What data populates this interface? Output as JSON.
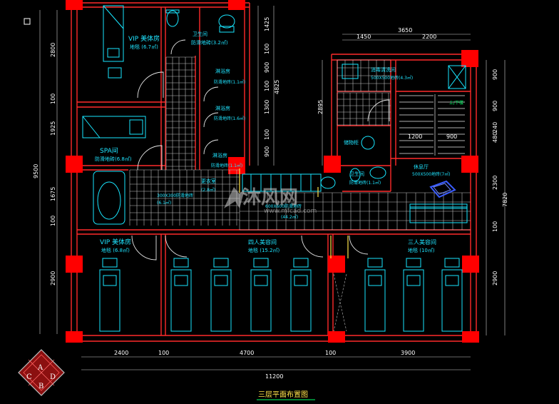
{
  "drawing_title": "三层平面布置图",
  "rooms": {
    "vip_room_top": "VIP 美体房",
    "vip_room_top_floor": "地毯 (6.7㎡)",
    "toilet_top": "卫生间",
    "toilet_top_floor": "防滑地砖(3.2㎡)",
    "shower1": "淋浴房",
    "shower1_floor": "防滑地砖(1.1㎡)",
    "shower2": "淋浴房",
    "shower2_floor": "防滑地砖(1.6㎡)",
    "shower3": "淋浴房",
    "shower3_floor": "防滑地砖(1.1㎡)",
    "spa": "SPA间",
    "spa_floor": "防滑地砖(6.8㎡)",
    "corridor_left": "300X300防滑地砖",
    "corridor_left_area": "(6.1㎡)",
    "changing": "更衣室",
    "changing_floor": "(2.8㎡)",
    "corridor_mid": "600X600防滑地砖",
    "corridor_mid_area": "(44.2㎡)",
    "disinfect": "消毒清洗间",
    "disinfect_floor": "500X500地砖(4.3㎡)",
    "toilet_right": "卫生间",
    "toilet_right_floor": "防滑地砖(1.1㎡)",
    "lounge": "休息厅",
    "lounge_floor": "500X500地砖(7㎡)",
    "vip_room_bottom": "VIP 美体房",
    "vip_room_bottom_floor": "地毯 (6.8㎡)",
    "four_bed": "四人美容间",
    "four_bed_floor": "地毯 (15.2㎡)",
    "three_bed": "三人美容间",
    "three_bed_floor": "地毯 (10㎡)",
    "storage": "储物柜",
    "stair_note": "上/下楼"
  },
  "dimensions": {
    "left": [
      "2800",
      "100",
      "1925",
      "1675",
      "100",
      "2900"
    ],
    "left_total": "9500",
    "bottom": [
      "2400",
      "100",
      "4700",
      "100",
      "3900"
    ],
    "bottom_total": "11200",
    "top_right_total": "3650",
    "top_right": [
      "1450",
      "2200"
    ],
    "mid_col": [
      "1425",
      "100",
      "900",
      "100",
      "1300",
      "100",
      "900"
    ],
    "mid_total": "4825",
    "right_inner": [
      "900",
      "900",
      "240",
      "480",
      "2300",
      "100",
      "2900"
    ],
    "right_total": "7820",
    "stair_inner": [
      "1200",
      "900"
    ],
    "right_upper_side": "2895"
  },
  "compass_letters": [
    "A",
    "B",
    "C",
    "D"
  ],
  "watermark": "沐风网",
  "watermark_url": "www.mfcad.com",
  "colors": {
    "wall": "#ff2a2a",
    "column": "#ff0000",
    "furniture": "#19e6ff",
    "grid": "#cfcfcf",
    "door": "#e8e8e8",
    "title": "#ffe24a",
    "dim": "#ffffff"
  }
}
